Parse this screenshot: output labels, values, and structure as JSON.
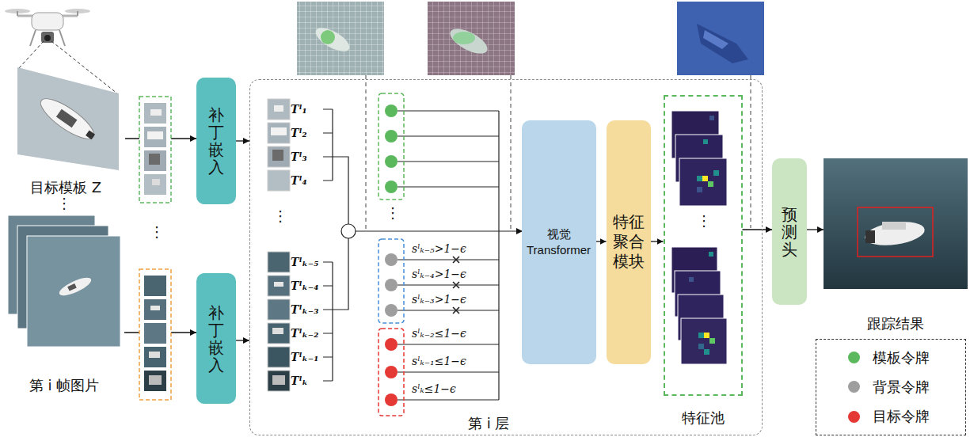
{
  "diagram": {
    "nodes": [
      {
        "text": [
          "目标模板 Z"
        ]
      },
      {
        "text": [
          "第 i 帧图片"
        ]
      },
      {
        "text": [
          "补丁嵌入"
        ]
      },
      {
        "text": [
          "补丁嵌入"
        ]
      },
      {
        "text": [
          "第 i 层"
        ]
      },
      {
        "text": [
          "视觉 Transformer"
        ],
        "in": 4
      },
      {
        "text": [
          "特征聚合模块"
        ],
        "in": 4
      },
      {
        "text": [
          "特征池"
        ],
        "in": 4
      },
      {
        "text": [
          "预测头"
        ]
      },
      {
        "text": [
          "跟踪结果"
        ]
      }
    ],
    "edges": [
      {
        "from": 0,
        "to": 2,
        "arrow": "to"
      },
      {
        "from": 1,
        "to": 3,
        "arrow": "to"
      },
      {
        "from": 2,
        "to": 4,
        "arrow": "to"
      },
      {
        "from": 3,
        "to": 4,
        "arrow": "to"
      },
      {
        "from": 5,
        "to": 6,
        "arrow": "to"
      },
      {
        "from": 6,
        "to": 7,
        "arrow": "to"
      },
      {
        "from": 7,
        "to": 8,
        "arrow": "to"
      },
      {
        "from": 8,
        "to": 9,
        "arrow": "to"
      }
    ],
    "labels": [
      "⋮",
      "⋮",
      "Tˡ₁",
      "Tˡ₂",
      "Tˡ₃",
      "Tˡ₄",
      "⋮",
      "Tˡₖ₋₅",
      "Tˡₖ₋₄",
      "Tˡₖ₋₃",
      "Tˡₖ₋₂",
      "Tˡₖ₋₁",
      "Tˡₖ",
      "⋮",
      "sˡₖ₋₅>1−ϵ",
      "sˡₖ₋₄>1−ϵ",
      "sˡₖ₋₃>1−ϵ",
      "sˡₖ₋₂≤1−ϵ",
      "sˡₖ₋₁≤1−ϵ",
      "sˡₖ≤1−ϵ",
      "⋮"
    ],
    "legend": [
      {
        "text": "模板令牌",
        "color": "#5cb85c"
      },
      {
        "text": "背景令牌",
        "color": "#9e9e9e"
      },
      {
        "text": "目标令牌",
        "color": "#e53935"
      }
    ]
  }
}
